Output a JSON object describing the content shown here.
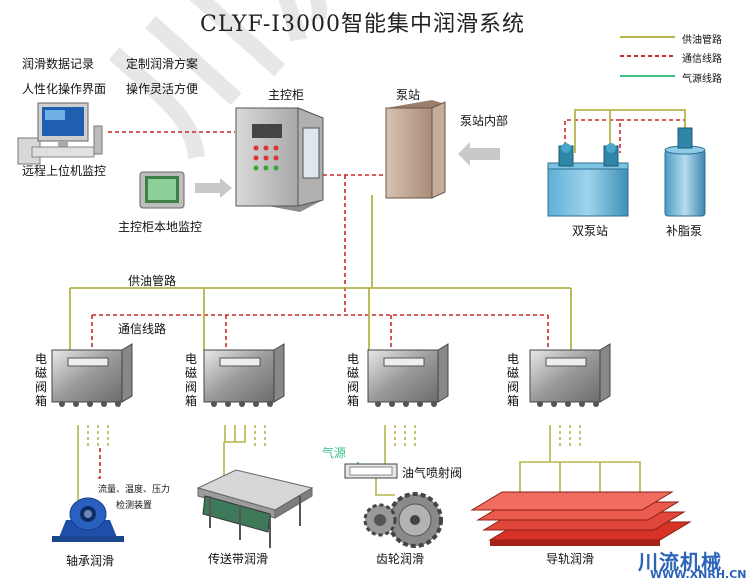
{
  "title": "CLYF-I3000智能集中润滑系统",
  "legend": [
    {
      "label": "供油管路",
      "color": "#b5b54a",
      "style": "solid"
    },
    {
      "label": "通信线路",
      "color": "#cc2a2a",
      "style": "dashed"
    },
    {
      "label": "气源线路",
      "color": "#3cc08a",
      "style": "solid"
    }
  ],
  "features": [
    "润滑数据记录",
    "定制润滑方案",
    "人性化操作界面",
    "操作灵活方便"
  ],
  "labels": {
    "remote_monitor": "远程上位机监控",
    "local_monitor": "主控柜本地监控",
    "control_cabinet": "主控柜",
    "pump_station": "泵站",
    "pump_inside": "泵站内部",
    "dual_pump": "双泵站",
    "grease_pump": "补脂泵",
    "oil_pipe": "供油管路",
    "comm_line": "通信线路",
    "solenoid_box": "电磁阀箱",
    "air_source": "气源",
    "oil_air_valve": "油气喷射阀",
    "sensor_line1": "流量、温度、压力",
    "sensor_line2": "检测装置",
    "bearing": "轴承润滑",
    "conveyor": "传送带润滑",
    "gear": "齿轮润滑",
    "guide_rail": "导轨润滑"
  },
  "watermark": "川流机械",
  "brand": {
    "name": "川流机械",
    "url": "WWW.XNRH.CN"
  }
}
